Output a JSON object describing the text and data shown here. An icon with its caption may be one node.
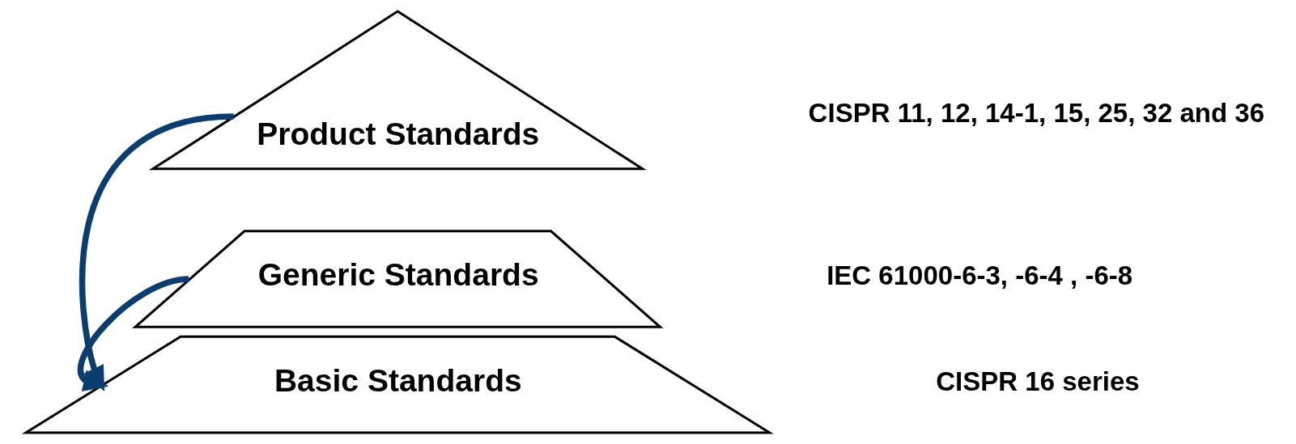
{
  "diagram": {
    "nodes": [
      {
        "text": [
          "Product Standards"
        ]
      },
      {
        "text": [
          "Generic Standards"
        ]
      },
      {
        "text": [
          "Basic Standards"
        ]
      }
    ],
    "edges": [
      {
        "from": 0,
        "to": 2,
        "arrow": "to"
      },
      {
        "from": 1,
        "to": 2,
        "arrow": "to"
      }
    ],
    "labels": [
      "CISPR 11, 12, 14-1, 15, 25, 32 and 36",
      "IEC 61000-6-3, -6-4 , -6-8",
      "CISPR 16 series"
    ]
  }
}
